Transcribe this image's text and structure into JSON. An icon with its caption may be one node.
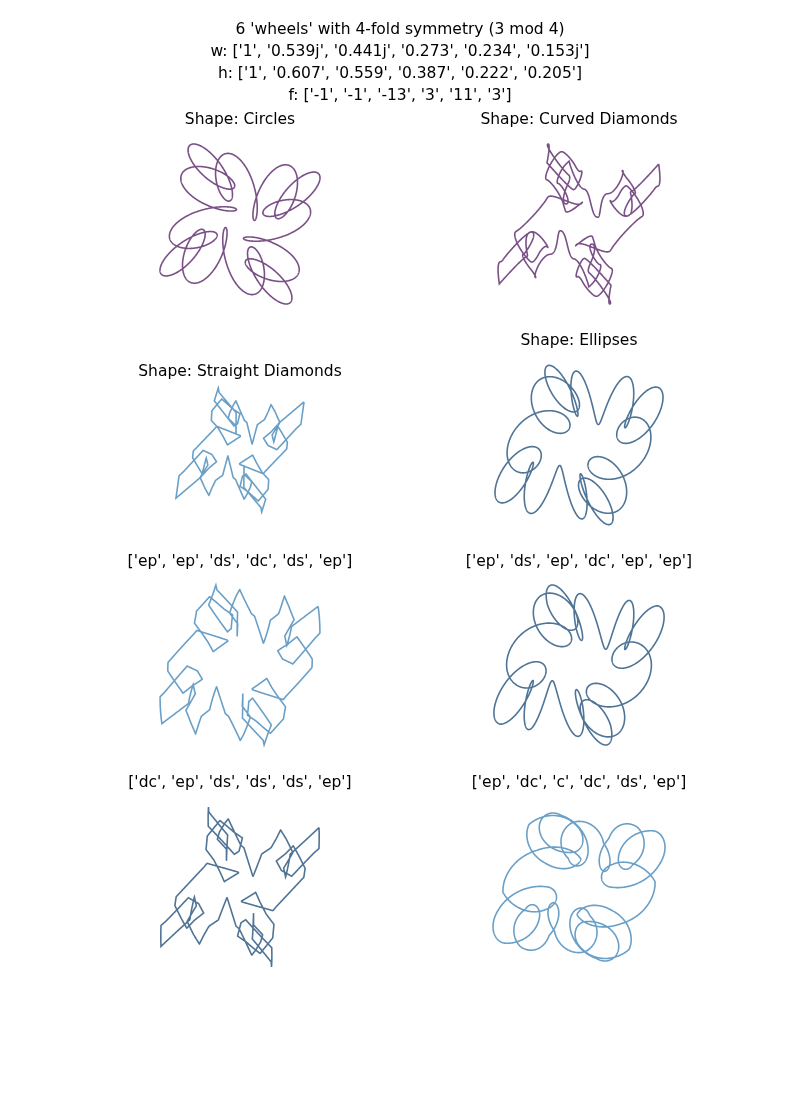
{
  "diagram": {
    "title": "6 'wheels' with 4-fold symmetry (3 mod 4)",
    "labels": [
      "w: ['1', '0.539j', '0.441j', '0.273', '0.234', '0.153j']",
      "h: ['1', '0.607', '0.559', '0.387', '0.222', '0.205']",
      "f: ['-1', '-1', '-13', '3', '11', '3']",
      "Shape: Circles",
      "Shape: Curved Diamonds",
      "Shape: Straight Diamonds",
      "Shape: Ellipses",
      "['ep', 'ep', 'ds', 'dc', 'ds', 'ep']",
      "['ep', 'ds', 'ep', 'dc', 'ep', 'ep']",
      "['dc', 'ep', 'ds', 'ds', 'ds', 'ep']",
      "['ep', 'dc', 'c', 'dc', 'ds', 'ep']"
    ]
  }
}
